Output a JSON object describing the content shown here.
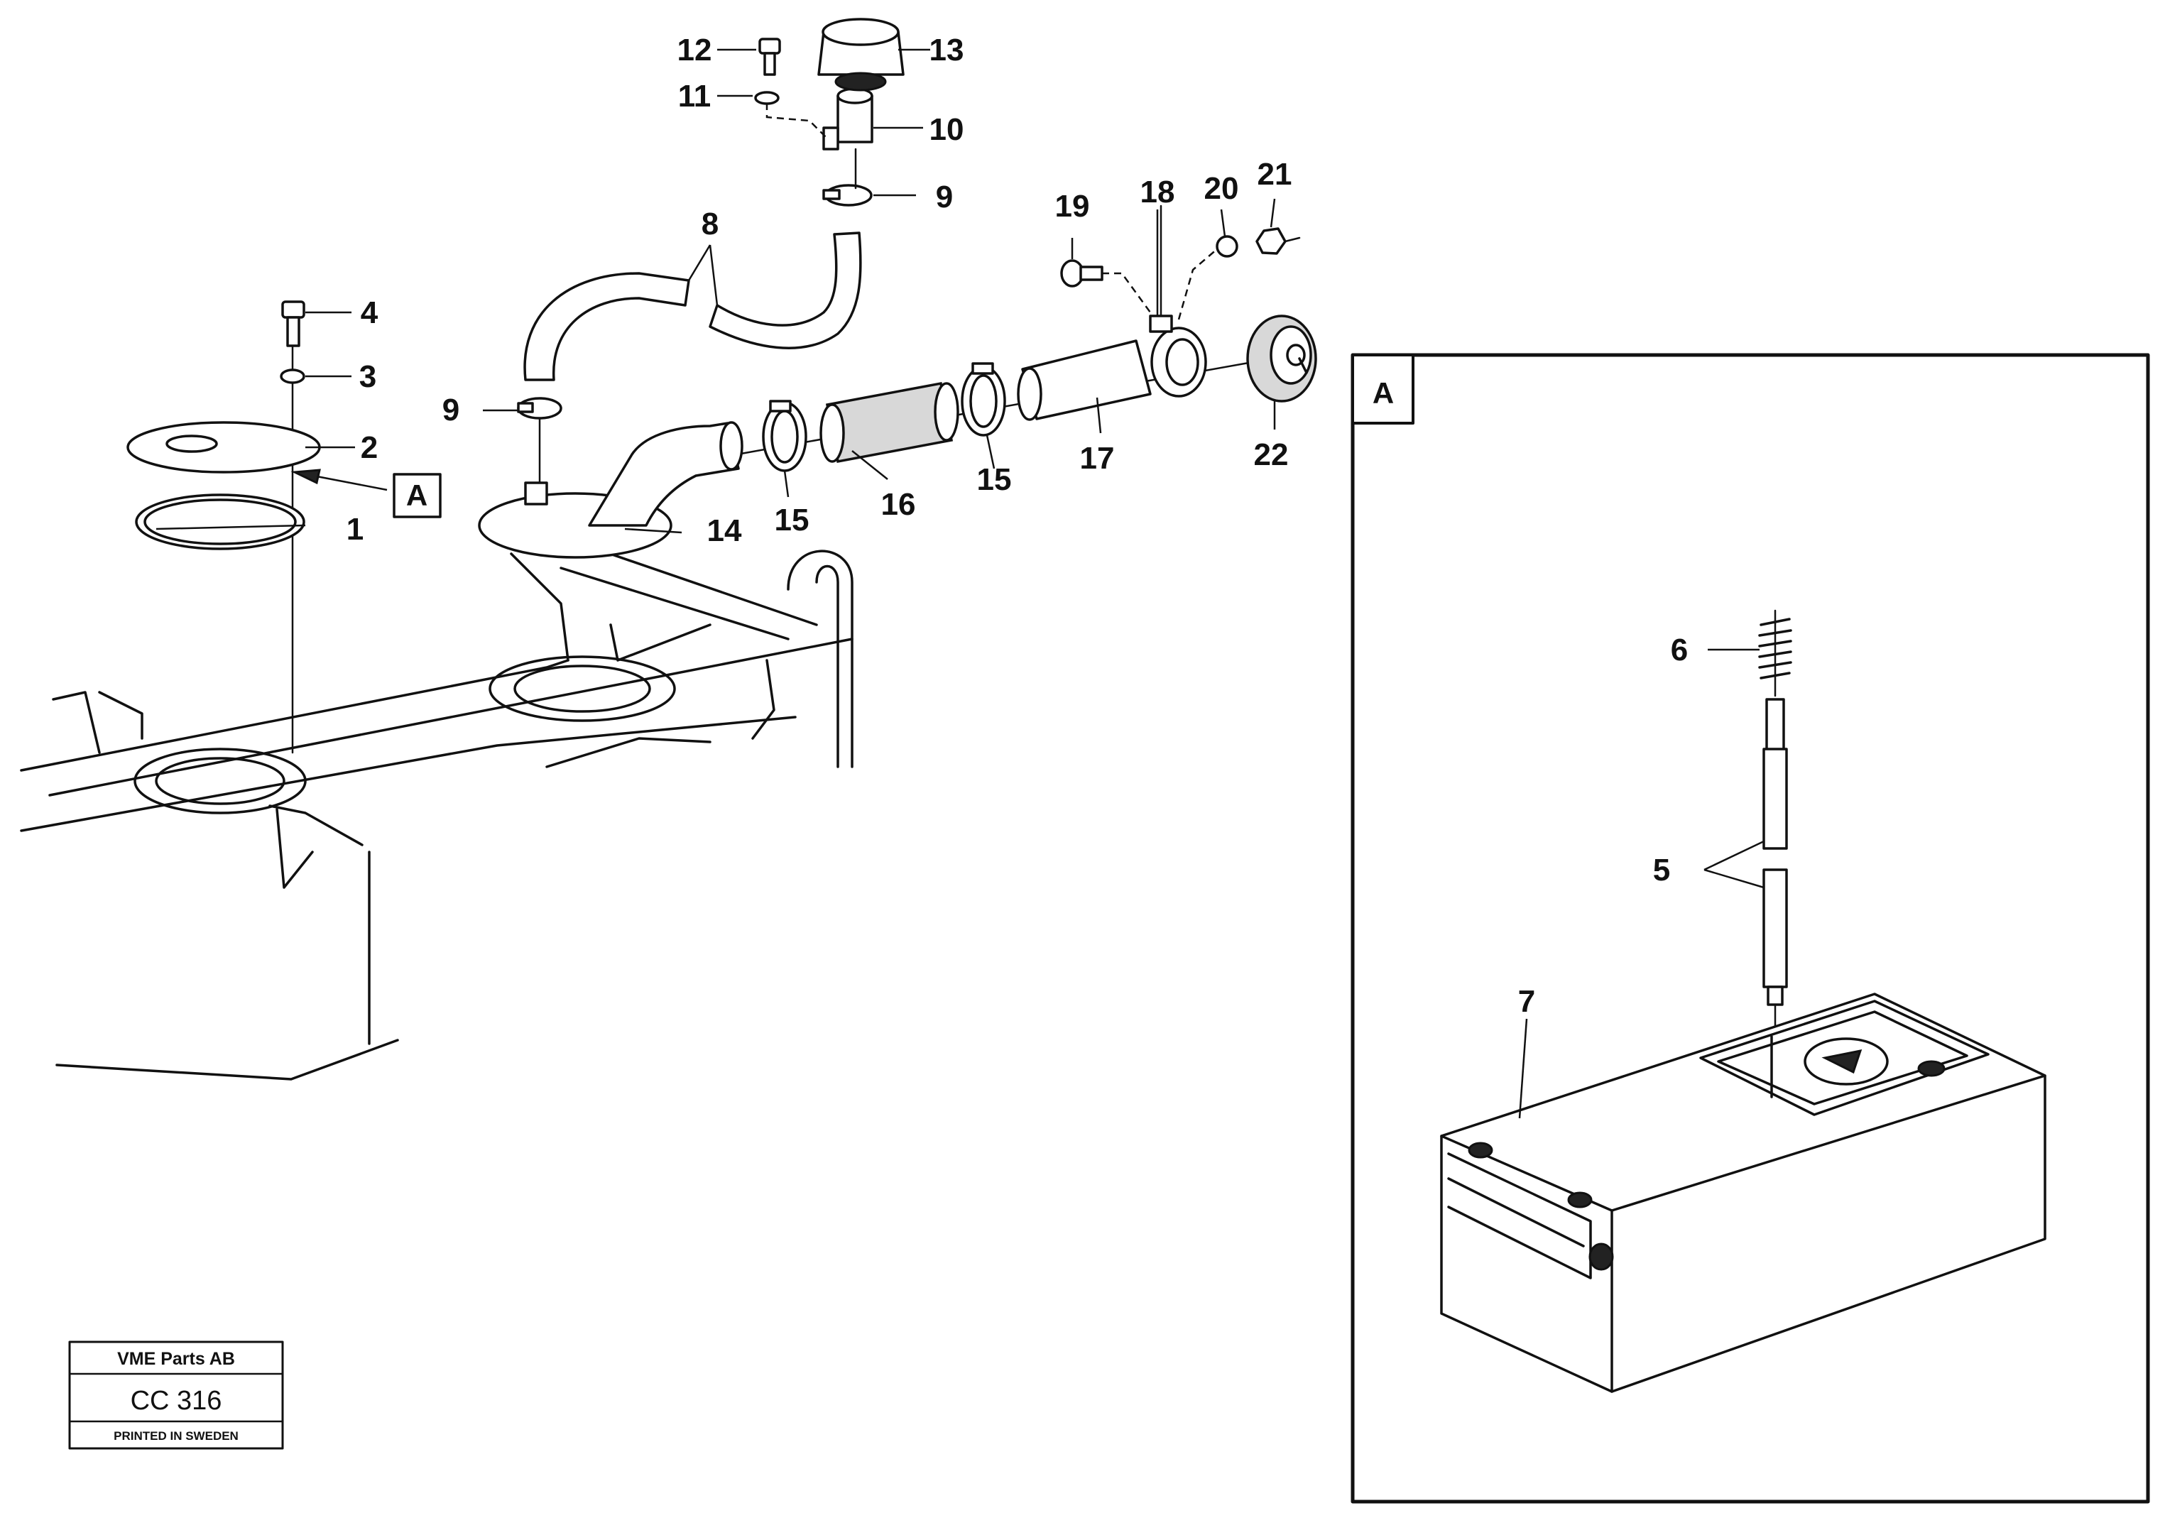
{
  "diagram": {
    "callouts": {
      "c1": "1",
      "c2": "2",
      "c3": "3",
      "c4": "4",
      "c5": "5",
      "c6": "6",
      "c7": "7",
      "c8": "8",
      "c9a": "9",
      "c9b": "9",
      "c10": "10",
      "c11": "11",
      "c12": "12",
      "c13": "13",
      "c14": "14",
      "c15a": "15",
      "c15b": "15",
      "c16": "16",
      "c17": "17",
      "c18": "18",
      "c19": "19",
      "c20": "20",
      "c21": "21",
      "c22": "22"
    },
    "detail_label": "A",
    "detail_ref_label": "A"
  },
  "title_block": {
    "company": "VME Parts AB",
    "code": "CC 316",
    "printed": "PRINTED IN SWEDEN"
  }
}
